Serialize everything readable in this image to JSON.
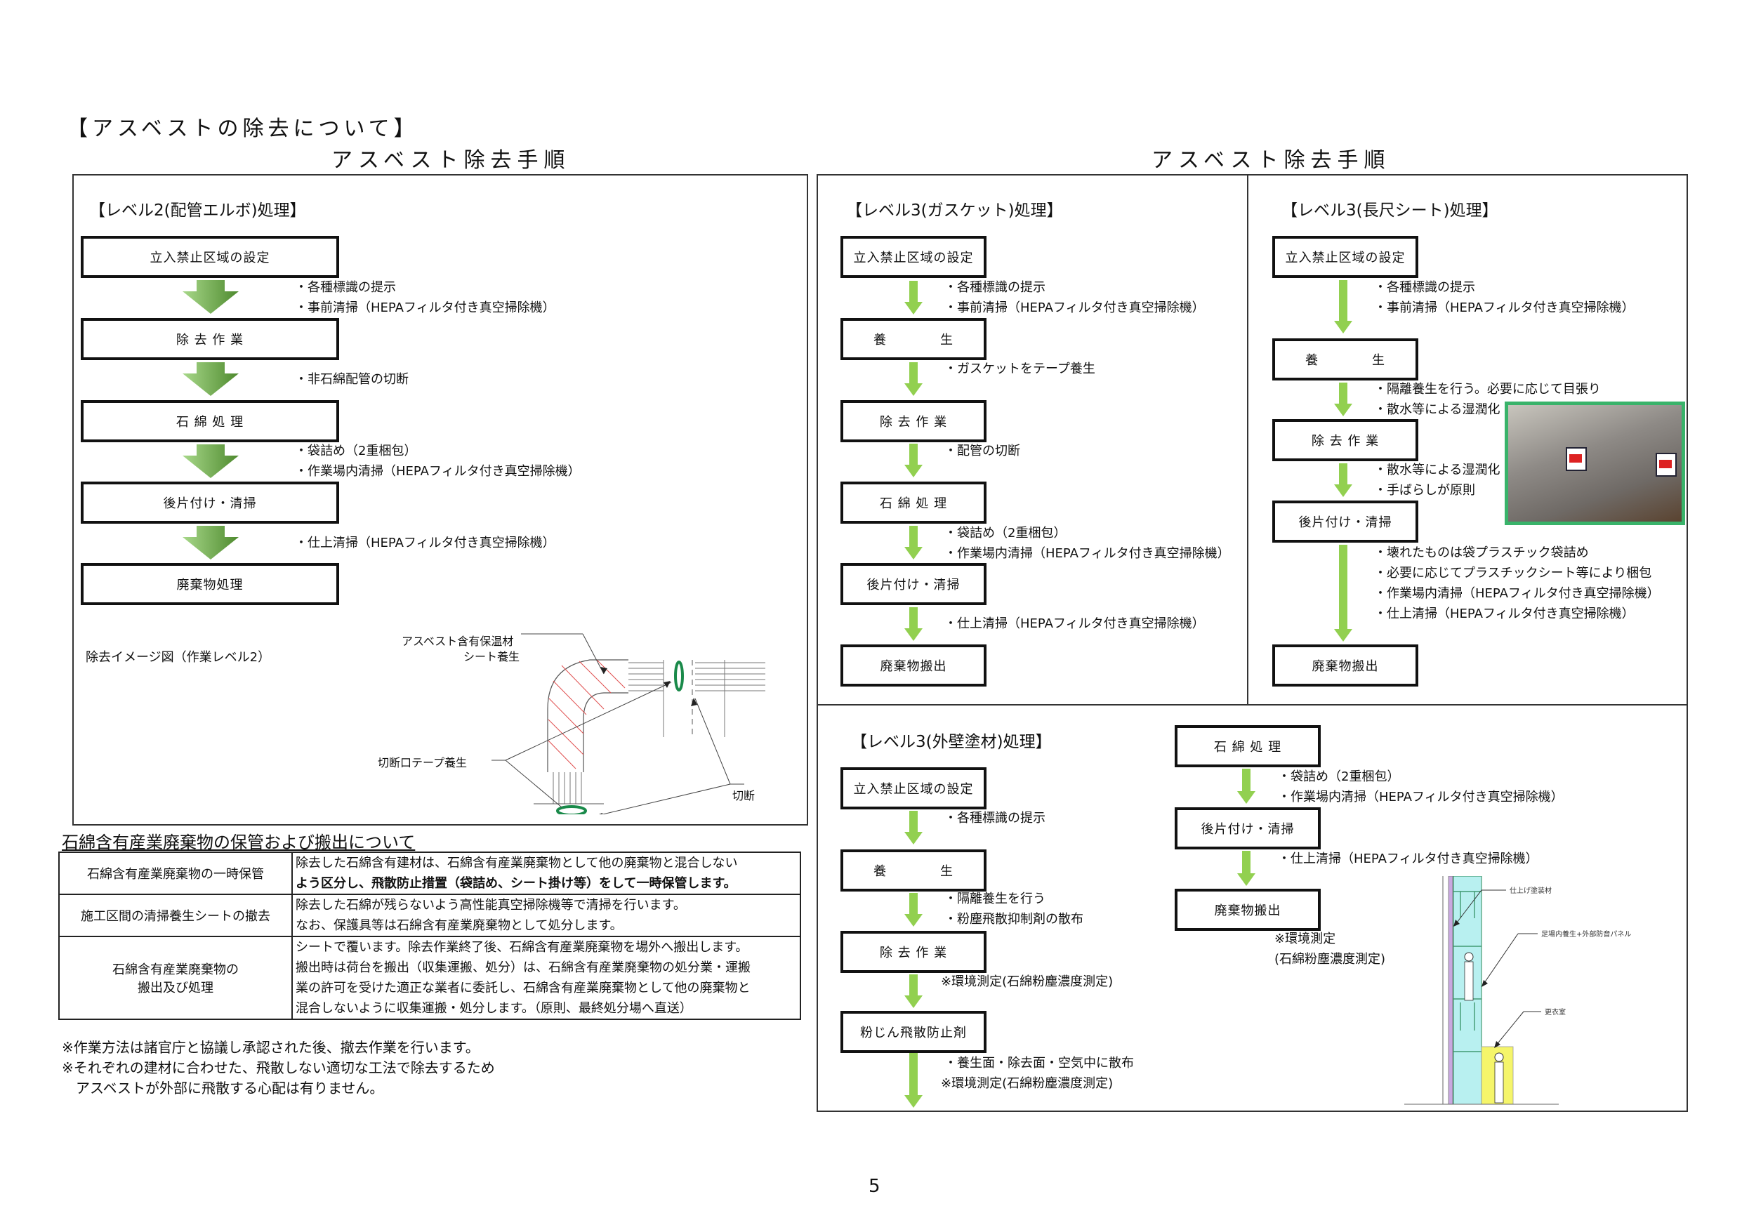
{
  "page": {
    "title": "【アスベストの除去について】",
    "left_heading": "アスベスト除去手順",
    "right_heading": "アスベスト除去手順",
    "page_number": "5"
  },
  "level2": {
    "title": "【レベル2(配管エルボ)処理】",
    "steps": [
      "立入禁止区域の設定",
      "除 去 作 業",
      "石 綿 処 理",
      "後片付け・清掃",
      "廃棄物処理"
    ],
    "notes": [
      [
        "・各種標識の提示",
        "・事前清掃（HEPAフィルタ付き真空掃除機）"
      ],
      [
        "・非石綿配管の切断"
      ],
      [
        "・袋詰め（2重梱包）",
        "・作業場内清掃（HEPAフィルタ付き真空掃除機）"
      ],
      [
        "・仕上清掃（HEPAフィルタ付き真空掃除機）"
      ]
    ],
    "diagram": {
      "title": "除去イメージ図（作業レベル2）",
      "label_insulation_1": "アスベスト含有保温材",
      "label_insulation_2": "シート養生",
      "label_tape": "切断口テープ養生",
      "label_cut": "切断",
      "colors": {
        "hatch": "#e05050",
        "tape": "#1a8a4a"
      }
    }
  },
  "gasket": {
    "title": "【レベル3(ガスケット)処理】",
    "steps": [
      "立入禁止区域の設定",
      "養　　　　生",
      "除 去 作 業",
      "石 綿 処 理",
      "後片付け・清掃",
      "廃棄物搬出"
    ],
    "notes": [
      [
        "・各種標識の提示",
        "・事前清掃（HEPAフィルタ付き真空掃除機）"
      ],
      [
        "・ガスケットをテープ養生"
      ],
      [
        "・配管の切断"
      ],
      [
        "・袋詰め（2重梱包）",
        "・作業場内清掃（HEPAフィルタ付き真空掃除機）"
      ],
      [
        "・仕上清掃（HEPAフィルタ付き真空掃除機）"
      ]
    ]
  },
  "sheet": {
    "title": "【レベル3(長尺シート)処理】",
    "steps": [
      "立入禁止区域の設定",
      "養　　　　生",
      "除 去 作 業",
      "後片付け・清掃",
      "廃棄物搬出"
    ],
    "notes": [
      [
        "・各種標識の提示",
        "・事前清掃（HEPAフィルタ付き真空掃除機）"
      ],
      [
        "・隔離養生を行う。必要に応じて目張り",
        "・散水等による湿潤化"
      ],
      [
        "・散水等による湿潤化",
        "・手ばらしが原則"
      ],
      [
        "・壊れたものは袋プラスチック袋詰め",
        "・必要に応じてプラスチックシート等により梱包",
        "・作業場内清掃（HEPAフィルタ付き真空掃除機）",
        "・仕上清掃（HEPAフィルタ付き真空掃除機）"
      ]
    ]
  },
  "wall": {
    "title": "【レベル3(外壁塗材)処理】",
    "steps_left": [
      "立入禁止区域の設定",
      "養　　　　生",
      "除 去 作 業",
      "粉じん飛散防止剤"
    ],
    "notes_left": [
      [
        "・各種標識の提示"
      ],
      [
        "・隔離養生を行う",
        "・粉塵飛散抑制剤の散布"
      ],
      [
        "※環境測定(石綿粉塵濃度測定)"
      ],
      [
        "・養生面・除去面・空気中に散布",
        "※環境測定(石綿粉塵濃度測定)"
      ]
    ],
    "steps_right": [
      "石 綿 処 理",
      "後片付け・清掃",
      "廃棄物搬出"
    ],
    "notes_right": [
      [
        "・袋詰め（2重梱包）",
        "・作業場内清掃（HEPAフィルタ付き真空掃除機）"
      ],
      [
        "・仕上清掃（HEPAフィルタ付き真空掃除機）"
      ],
      [
        "※環境測定",
        "(石綿粉塵濃度測定)"
      ]
    ],
    "figure": {
      "label_paint": "仕上げ塗装材",
      "label_panel": "足場内養生+外部防音パネル",
      "label_room": "更衣室",
      "colors": {
        "scaffold": "#b8f0f0",
        "room": "#f5f56a",
        "frame": "#2a8a5a",
        "wall": "#c9a8e0"
      }
    }
  },
  "storage": {
    "title": "石綿含有産業廃棄物の保管および搬出について",
    "rows": [
      {
        "key": "石綿含有産業廃棄物の一時保管",
        "lines": [
          "除去した石綿含有建材は、石綿含有産業廃棄物として他の廃棄物と混合しない",
          "よう区分し、飛散防止措置（袋詰め、シート掛け等）をして一時保管します。"
        ]
      },
      {
        "key": "施工区間の清掃養生シートの撤去",
        "lines": [
          "除去した石綿が残らないよう高性能真空掃除機等で清掃を行います。",
          "なお、保護具等は石綿含有産業廃棄物として処分します。"
        ]
      },
      {
        "key": "石綿含有産業廃棄物の\n搬出及び処理",
        "lines": [
          "シートで覆います。除去作業終了後、石綿含有産業廃棄物を場外へ搬出します。",
          "搬出時は荷台を搬出（収集運搬、処分）は、石綿含有産業廃棄物の処分業・運搬",
          "業の許可を受けた適正な業者に委託し、石綿含有産業廃棄物として他の廃棄物と",
          "混合しないように収集運搬・処分します。（原則、最終処分場へ直送）"
        ]
      }
    ]
  },
  "footnotes": [
    "※作業方法は諸官庁と協議し承認された後、撤去作業を行います。",
    "※それぞれの建材に合わせた、飛散しない適切な工法で除去するため",
    "　アスベストが外部に飛散する心配は有りません。"
  ],
  "colors": {
    "arrow_green": "#92d050",
    "arrow_dark": "#4e8a2e",
    "border": "#333333"
  }
}
